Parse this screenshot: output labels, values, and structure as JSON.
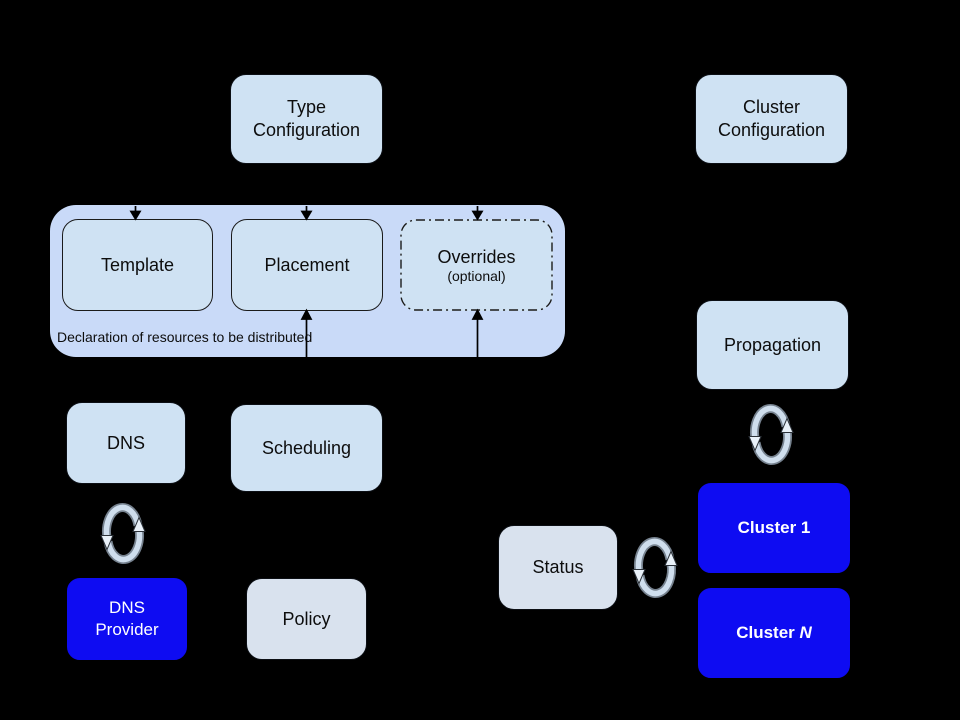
{
  "nodes": {
    "type_configuration": {
      "label": "Type\nConfiguration"
    },
    "cluster_configuration": {
      "label": "Cluster\nConfiguration"
    },
    "template": {
      "label": "Template"
    },
    "placement": {
      "label": "Placement"
    },
    "overrides": {
      "label": "Overrides",
      "sublabel": "(optional)"
    },
    "declaration": {
      "caption": "Declaration of resources to be distributed"
    },
    "dns": {
      "label": "DNS"
    },
    "scheduling": {
      "label": "Scheduling"
    },
    "dns_provider": {
      "label": "DNS\nProvider"
    },
    "policy": {
      "label": "Policy"
    },
    "propagation": {
      "label": "Propagation"
    },
    "status": {
      "label": "Status"
    },
    "cluster_1": {
      "label": "Cluster 1"
    },
    "cluster_n": {
      "label_prefix": "Cluster ",
      "label_suffix": "N"
    }
  },
  "icons": {
    "dns_sync": "sync-icon",
    "propagation_sync": "sync-icon",
    "status_sync": "sync-icon",
    "connector_down": "arrow-down-icon",
    "connector_up": "arrow-up-icon"
  },
  "colors": {
    "canvas-bg": "#000000",
    "container-fill": "#c9daf8",
    "node-light": "#cfe2f3",
    "node-pale": "#d9e2ee",
    "node-blue": "#0e0cf2",
    "text-dark": "#0d0d0d",
    "text-light": "#ffffff",
    "connector": "#000000",
    "sync-main": "#cfdeed",
    "sync-shadow": "#76828f",
    "sync-arrowhead": "#e9f1f9"
  }
}
